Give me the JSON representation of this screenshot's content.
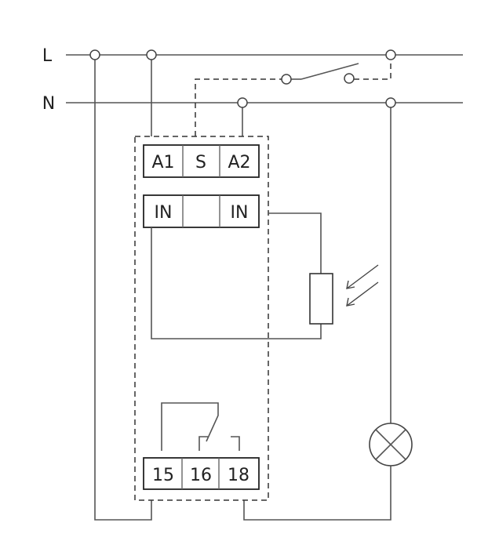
{
  "lines": {
    "live": "L",
    "neutral": "N"
  },
  "terminals": {
    "supply": [
      "A1",
      "S",
      "A2"
    ],
    "input": [
      "IN",
      "",
      "IN"
    ],
    "relay": [
      "15",
      "16",
      "18"
    ]
  },
  "components": {
    "switch": "external-switch",
    "sensor": "light-dependent-resistor",
    "load": "lamp-icon"
  }
}
